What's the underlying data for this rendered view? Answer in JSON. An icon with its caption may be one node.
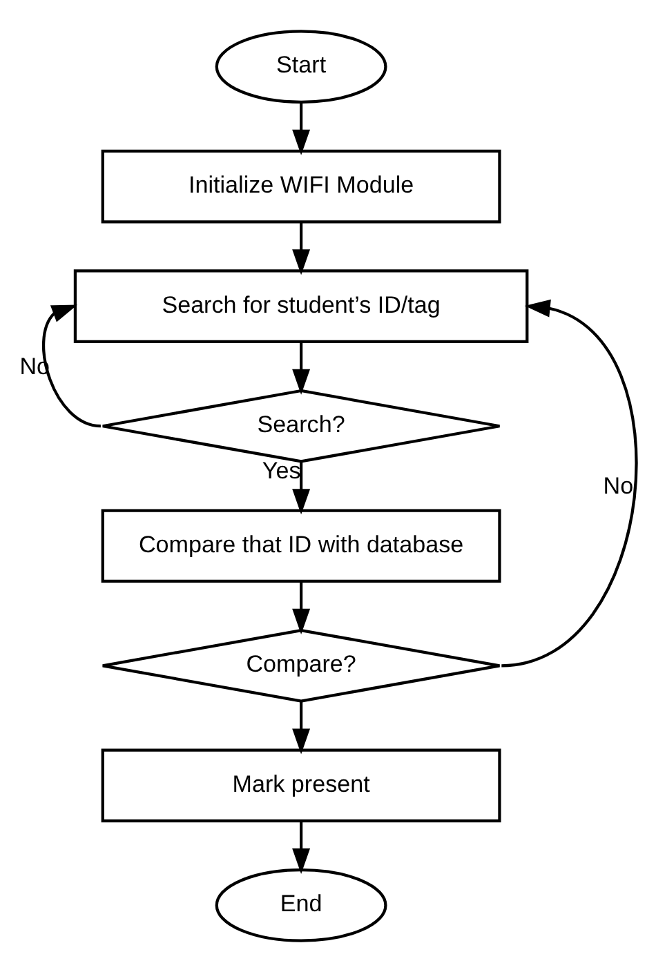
{
  "diagram": {
    "nodes": [
      {
        "text": [
          "Start"
        ]
      },
      {
        "text": [
          "Initialize WIFI Module"
        ]
      },
      {
        "text": [
          "Search for student’s ID/tag"
        ]
      },
      {
        "text": [
          "Search?"
        ]
      },
      {
        "text": [
          "Compare that ID with database"
        ]
      },
      {
        "text": [
          "Compare?"
        ]
      },
      {
        "text": [
          "Mark present"
        ]
      },
      {
        "text": [
          "End"
        ]
      }
    ],
    "edges": [
      {
        "from": 0,
        "to": 1,
        "arrow": "to"
      },
      {
        "from": 1,
        "to": 2,
        "arrow": "to"
      },
      {
        "from": 2,
        "to": 3,
        "arrow": "to"
      },
      {
        "from": 3,
        "to": 2,
        "label": "No",
        "arrow": "to"
      },
      {
        "from": 3,
        "to": 4,
        "label": "Yes",
        "arrow": "to"
      },
      {
        "from": 4,
        "to": 5,
        "arrow": "to"
      },
      {
        "from": 5,
        "to": 2,
        "label": "No",
        "arrow": "to"
      },
      {
        "from": 5,
        "to": 6,
        "arrow": "to"
      },
      {
        "from": 6,
        "to": 7,
        "arrow": "to"
      }
    ]
  }
}
